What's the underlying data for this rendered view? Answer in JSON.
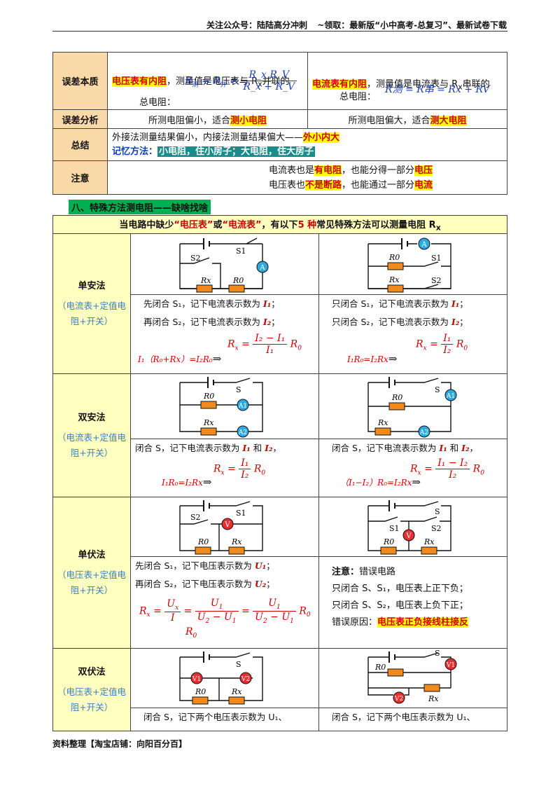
{
  "header": {
    "left": "关注公众号：陆陆高分冲刺",
    "right": "~领取：最新版“小中高考-总复习”、最新试卷下载"
  },
  "table1": {
    "rows": [
      {
        "label": "误差本质",
        "left_hl": "电压表有内阻",
        "left_text": "，测量值是电压表与 R",
        "left_text_sub": "x",
        "left_text_end": "并联的",
        "left_caption": "总电阻：",
        "left_formula_lhs": "R",
        "left_formula_lhs_sub": "测",
        "left_formula_mid": "= R",
        "left_formula_mid_sub": "并",
        "left_formula_num": "R_x R_V",
        "left_formula_den": "R_x + R_V",
        "right_hl": "电流表有内阻",
        "right_text": "，测量值是电流表与 R",
        "right_text_sub": "x",
        "right_text_end": "串联的",
        "right_caption": "总电阻：",
        "right_formula": "R测 = R串 = Rx + RV"
      },
      {
        "label": "误差分析",
        "left_text": "所测电阻偏小，适合",
        "left_hl": "测小电阻",
        "right_text": "所测电阻偏大，适合",
        "right_hl": "测大电阻"
      },
      {
        "label": "总结",
        "line1": "外接法测量结果偏小，内接法测量结果偏大——",
        "line1_hl": "外小内大",
        "line2_label": "记忆方法：",
        "line2_hl": "小电阻，住小房子；大电阻，住大房子"
      },
      {
        "label": "注意",
        "line1_a": "电流表也是",
        "line1_hl1": "有电阻",
        "line1_b": "，也能分得一部分",
        "line1_hl2": "电压",
        "line2_a": "电压表也",
        "line2_hl1": "不是断路",
        "line2_b": "，也能通过一部分",
        "line2_hl2": "电流"
      }
    ]
  },
  "section_title": "八、特殊方法测电阻——缺啥找啥",
  "table2": {
    "head_a": "当电路中缺少",
    "head_q1": "“电压表”",
    "head_or": "或",
    "head_q2": "“电流表”",
    "head_b": "，有以下",
    "head_n": "5 种",
    "head_c": "常见特殊方法可以测量电阻 R",
    "head_sub": "x",
    "methods": [
      {
        "name": "单安法",
        "sub": "（电流表+定值电阻+开关）",
        "left_lines": [
          "先闭合 S₁，记下电流表示数为 ",
          "再闭合 S₂，记下电流表示数为 "
        ],
        "left_vars": [
          "I₁",
          "I₂"
        ],
        "left_eq": "I₁（R₀+Rx）=I₂R₀",
        "left_formula_num": "I₂ − I₁",
        "left_formula_den": "I₁",
        "right_lines": [
          "只闭合 S₁，记下电流表示数为 ",
          "只闭合 S₂，记下电流表示数为 "
        ],
        "right_vars": [
          "I₁",
          "I₂"
        ],
        "right_eq": "I₁R₀=I₂Rx",
        "right_formula_num": "I₁",
        "right_formula_den": "I₂"
      },
      {
        "name": "双安法",
        "sub": "（电流表+定值电阻+开关）",
        "left_line": "闭合 S，记下电流表示数为 ",
        "left_vars": [
          "I₁",
          "I₂"
        ],
        "left_eq": "I₁R₀=I₂Rx",
        "left_formula_num": "I₁",
        "left_formula_den": "I₂",
        "right_line": "闭合 S，记下电流表示数为 ",
        "right_vars": [
          "I₁",
          "I₂"
        ],
        "right_eq": "（I₁−I₂）R₀=I₂Rx",
        "right_formula_num": "I₁ − I₂",
        "right_formula_den": "I₂"
      },
      {
        "name": "单伏法",
        "sub": "（电压表+定值电阻+开关）",
        "left_lines": [
          "先闭合 S₁，记下电压表示数为 ",
          "再闭合 S₂，记下电压表示数为 "
        ],
        "left_vars": [
          "U₁",
          "U₂"
        ],
        "note_label": "注意：",
        "note_title": "错误电路",
        "note_l1": "只闭合 S、S₁，电压表上正下负；",
        "note_l2": "只闭合 S、S₂，电压表上负下正；",
        "note_l3": "错误原因：",
        "note_hl": "电压表正负接线柱接反"
      },
      {
        "name": "双伏法",
        "sub": "（电压表+定值电阻+开关）",
        "left_line": "闭合 S，记下两个电压表示数为 U₁、",
        "right_line": "闭合 S，记下两个电压表示数为 U₁、"
      }
    ],
    "labels": {
      "R0": "R0",
      "Rx": "Rx",
      "S": "S",
      "S1": "S1",
      "S2": "S2",
      "A": "A",
      "A1": "A1",
      "A2": "A2",
      "V": "V",
      "V1": "V1",
      "V2": "V2"
    }
  },
  "footer": "资料整理【淘宝店铺：向阳百分百】",
  "colors": {
    "label_bg": "#f9d9a8",
    "cell_bg": "#ffffc0",
    "highlight": "#ffff00",
    "red": "#d00000",
    "teal": "#1a8c8c",
    "green": "#00b050",
    "meter": "#e53030",
    "meter_blue": "#2fa8e0",
    "resistor": "#f08a1c"
  }
}
